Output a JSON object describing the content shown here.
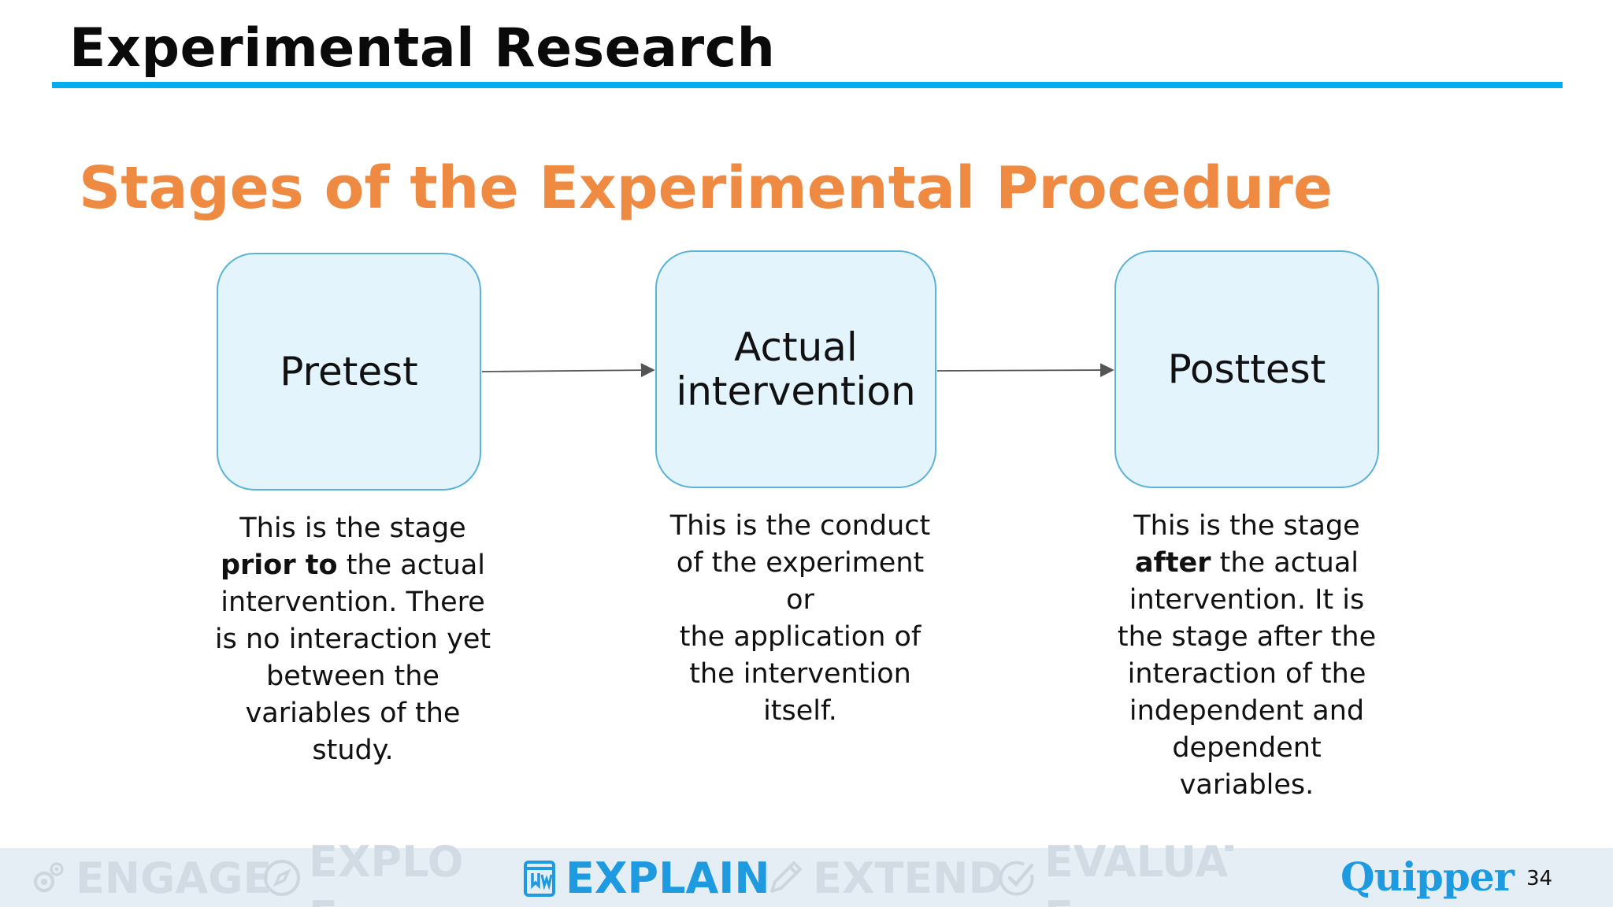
{
  "header": {
    "title": "Experimental Research"
  },
  "section": {
    "title": "Stages of the Experimental Procedure"
  },
  "stages": [
    {
      "label_lines": [
        "Pretest"
      ],
      "description": [
        {
          "text": "This is the stage",
          "bold": ""
        },
        {
          "bold": "prior to",
          "text": " the actual"
        },
        {
          "text": "intervention. There",
          "bold": ""
        },
        {
          "text": "is no interaction yet",
          "bold": ""
        },
        {
          "text": "between the",
          "bold": ""
        },
        {
          "text": "variables of the",
          "bold": ""
        },
        {
          "text": "study.",
          "bold": ""
        }
      ]
    },
    {
      "label_lines": [
        "Actual",
        "intervention"
      ],
      "description": [
        {
          "text": "This is the conduct",
          "bold": ""
        },
        {
          "text": "of the experiment or",
          "bold": ""
        },
        {
          "text": "the application of",
          "bold": ""
        },
        {
          "text": "the intervention",
          "bold": ""
        },
        {
          "text": "itself.",
          "bold": ""
        }
      ]
    },
    {
      "label_lines": [
        "Posttest"
      ],
      "description": [
        {
          "text": "This is the stage",
          "bold": ""
        },
        {
          "bold": "after",
          "text": " the actual"
        },
        {
          "text": "intervention. It is",
          "bold": ""
        },
        {
          "text": "the stage after the",
          "bold": ""
        },
        {
          "text": "interaction of the",
          "bold": ""
        },
        {
          "text": "independent and",
          "bold": ""
        },
        {
          "text": "dependent",
          "bold": ""
        },
        {
          "text": "variables.",
          "bold": ""
        }
      ]
    }
  ],
  "footer": {
    "nav": {
      "engage": "ENGAGE",
      "explore_lines": [
        "EXPLOR",
        "E"
      ],
      "explain": "EXPLAIN",
      "extend": "EXTEND",
      "evaluate_lines": [
        "EVALUAT",
        "E"
      ]
    },
    "brand": "Quipper",
    "page_number": "34"
  },
  "colors": {
    "accent_blue": "#00aeef",
    "heading_orange": "#ef8a42",
    "box_fill": "#e3f4fd",
    "box_border": "#5bb3d8",
    "active_nav": "#1d9ae0",
    "inactive_nav": "#d2dbe3"
  }
}
